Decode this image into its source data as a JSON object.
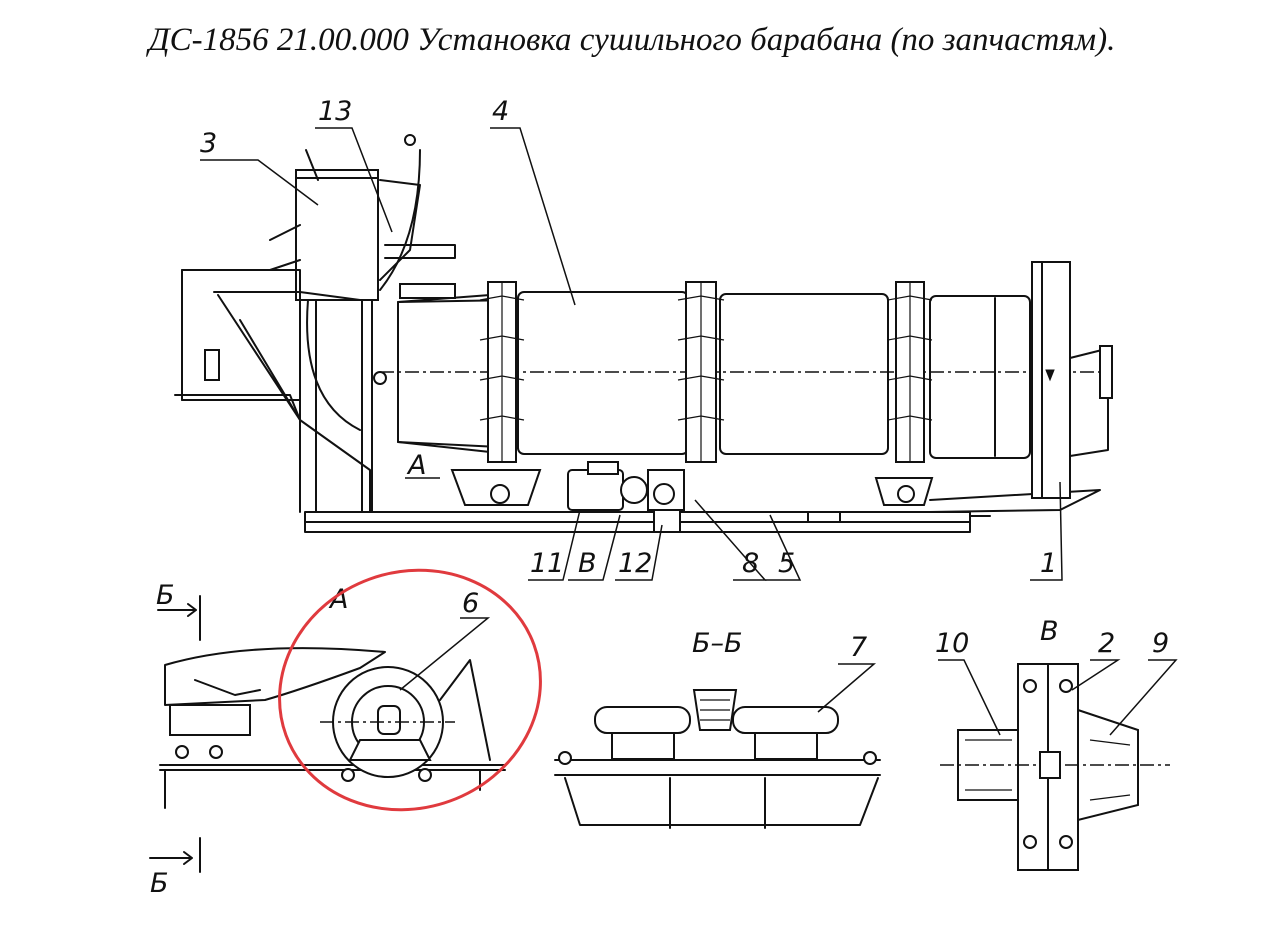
{
  "title": "ДС-1856 21.00.000 Установка сушильного барабана (по запчастям).",
  "callouts": {
    "n1": "1",
    "n2": "2",
    "n3": "3",
    "n4": "4",
    "n5": "5",
    "n6": "6",
    "n7": "7",
    "n8": "8",
    "n9": "9",
    "n10": "10",
    "n11": "11",
    "n12": "12",
    "n13": "13"
  },
  "views": {
    "view_a_arrow": "А",
    "view_a_title": "А",
    "section_b_top": "Б",
    "section_b_bottom": "Б",
    "section_bb_title": "Б–Б",
    "view_v_title": "В",
    "view_v_callout": "В"
  },
  "highlight": {
    "shape": "ellipse",
    "color": "#e03a3e",
    "encircles": "6"
  }
}
